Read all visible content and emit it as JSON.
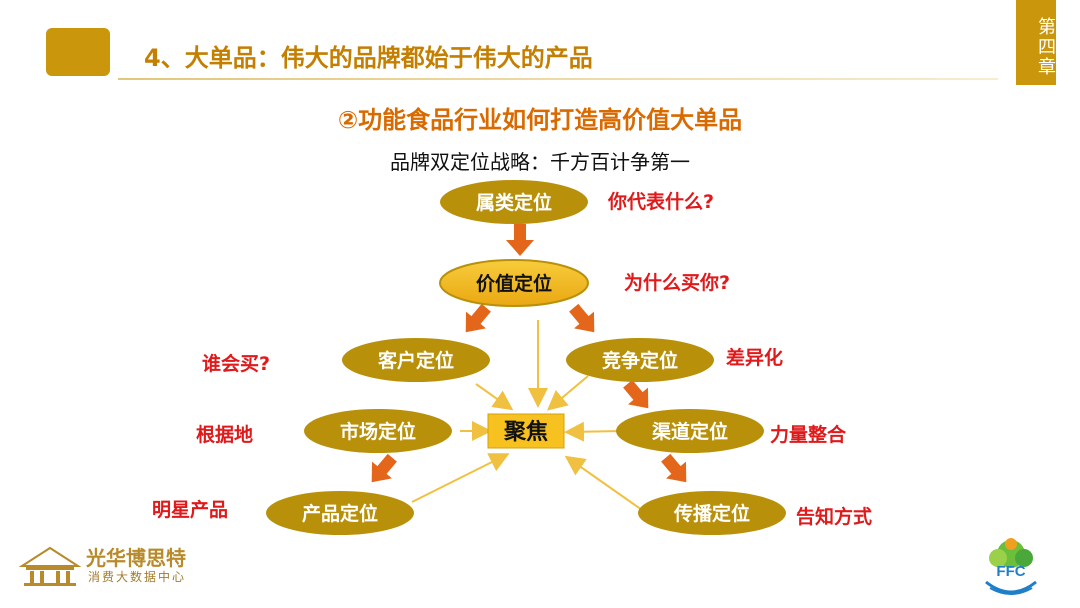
{
  "header": {
    "title": "4、大单品：伟大的品牌都始于伟大的产品"
  },
  "chapter": {
    "label": "第四章"
  },
  "subtitle": "②功能食品行业如何打造高价值大单品",
  "strategy": "品牌双定位战略：千方百计争第一",
  "nodes": {
    "category": "属类定位",
    "value": "价值定位",
    "customer": "客户定位",
    "competition": "竞争定位",
    "market": "市场定位",
    "channel": "渠道定位",
    "product": "产品定位",
    "spread": "传播定位",
    "focus": "聚焦"
  },
  "questions": {
    "category": "你代表什么?",
    "value": "为什么买你?",
    "customer": "谁会买?",
    "competition": "差异化",
    "market": "根据地",
    "channel": "力量整合",
    "product": "明星产品",
    "spread": "告知方式"
  },
  "logos": {
    "left_name": "光华博思特",
    "left_sub": "消费大数据中心",
    "right_name": "FFC"
  },
  "colors": {
    "gold": "#c9960c",
    "node_fill": "#b8900a",
    "value_node_fill": "#f2b81c",
    "arrow_orange": "#e4661a",
    "arrow_yellow": "#f0c040",
    "question_red": "#e0191b",
    "subtitle_orange": "#d86a00"
  }
}
